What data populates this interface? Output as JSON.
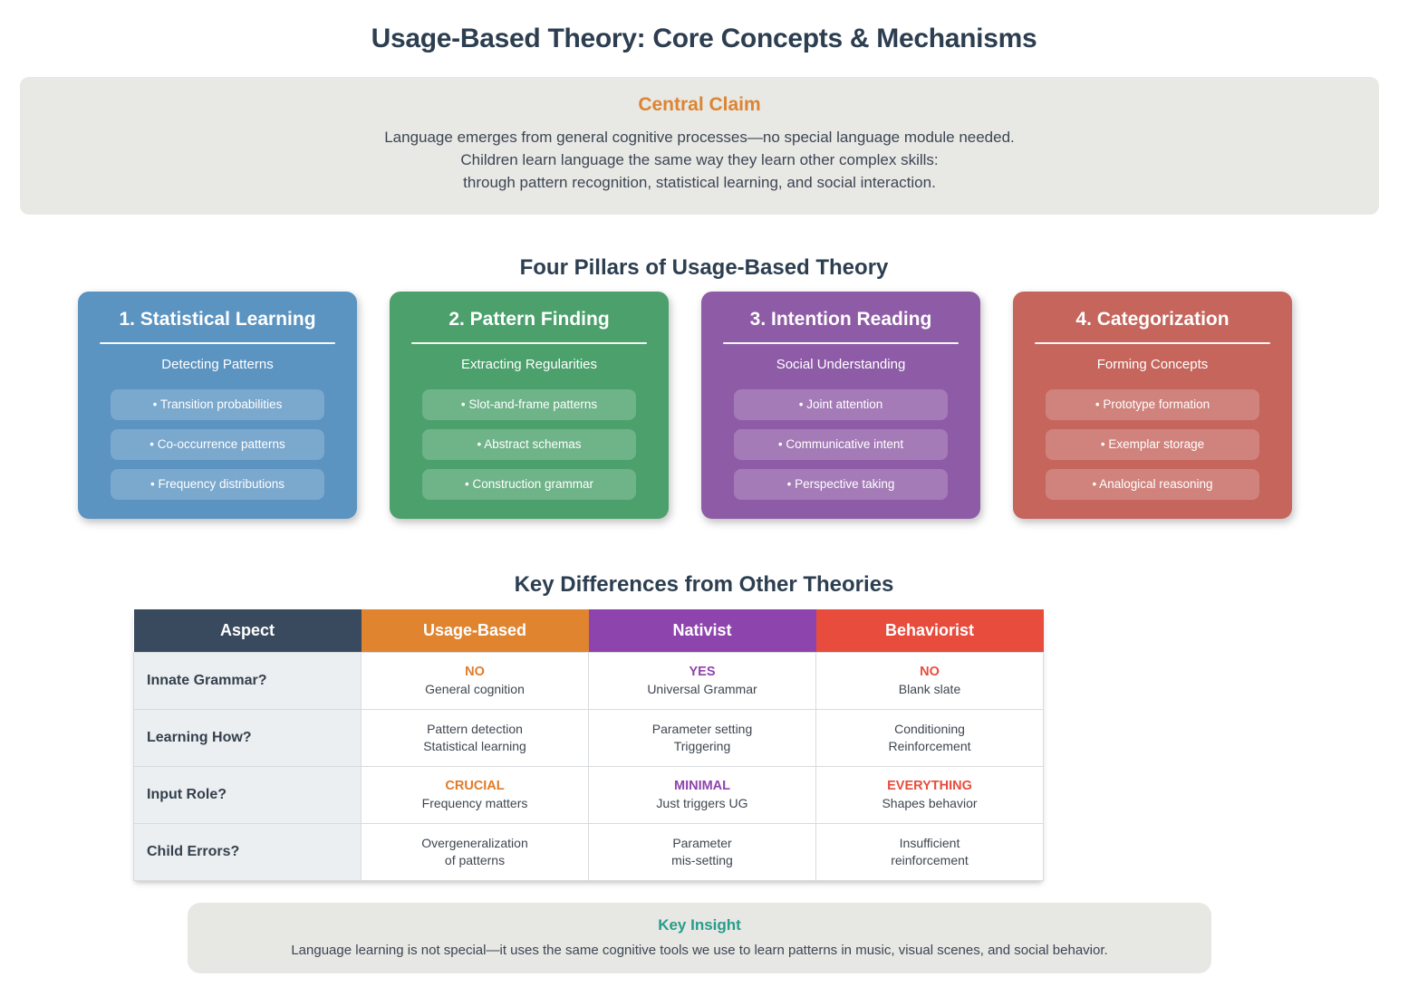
{
  "title": "Usage-Based Theory: Core Concepts & Mechanisms",
  "central_claim": {
    "heading": "Central Claim",
    "lines": [
      "Language emerges from general cognitive processes—no special language module needed.",
      "Children learn language the same way they learn other complex skills:",
      "through pattern recognition, statistical learning, and social interaction."
    ]
  },
  "pillars": {
    "heading": "Four Pillars of Usage-Based Theory",
    "cards": [
      {
        "title": "1. Statistical Learning",
        "subtitle": "Detecting Patterns",
        "color": "#5b93c1",
        "items": [
          "• Transition probabilities",
          "• Co-occurrence patterns",
          "• Frequency distributions"
        ]
      },
      {
        "title": "2. Pattern Finding",
        "subtitle": "Extracting Regularities",
        "color": "#4ba06c",
        "items": [
          "• Slot-and-frame patterns",
          "• Abstract schemas",
          "• Construction grammar"
        ]
      },
      {
        "title": "3. Intention Reading",
        "subtitle": "Social Understanding",
        "color": "#8e5ba6",
        "items": [
          "• Joint attention",
          "• Communicative intent",
          "• Perspective taking"
        ]
      },
      {
        "title": "4. Categorization",
        "subtitle": "Forming Concepts",
        "color": "#c5655c",
        "items": [
          "• Prototype formation",
          "• Exemplar storage",
          "• Analogical reasoning"
        ]
      }
    ]
  },
  "differences": {
    "heading": "Key Differences from Other Theories",
    "table": {
      "columns": [
        {
          "label": "Aspect",
          "color": "#3a4a5e"
        },
        {
          "label": "Usage-Based",
          "color": "#e08430"
        },
        {
          "label": "Nativist",
          "color": "#8e44ad"
        },
        {
          "label": "Behaviorist",
          "color": "#e74c3c"
        }
      ],
      "rows": [
        {
          "aspect": "Innate Grammar?",
          "cells": [
            {
              "line1": "NO",
              "line1_color": "#e07b28",
              "line2": "General cognition"
            },
            {
              "line1": "YES",
              "line1_color": "#8e44ad",
              "line2": "Universal Grammar"
            },
            {
              "line1": "NO",
              "line1_color": "#e74c3c",
              "line2": "Blank slate"
            }
          ]
        },
        {
          "aspect": "Learning How?",
          "cells": [
            {
              "line1": "Pattern detection",
              "line2": "Statistical learning"
            },
            {
              "line1": "Parameter setting",
              "line2": "Triggering"
            },
            {
              "line1": "Conditioning",
              "line2": "Reinforcement"
            }
          ]
        },
        {
          "aspect": "Input Role?",
          "cells": [
            {
              "line1": "CRUCIAL",
              "line1_color": "#e07b28",
              "line2": "Frequency matters"
            },
            {
              "line1": "MINIMAL",
              "line1_color": "#8e44ad",
              "line2": "Just triggers UG"
            },
            {
              "line1": "EVERYTHING",
              "line1_color": "#e74c3c",
              "line2": "Shapes behavior"
            }
          ]
        },
        {
          "aspect": "Child Errors?",
          "cells": [
            {
              "line1": "Overgeneralization",
              "line2": "of patterns"
            },
            {
              "line1": "Parameter",
              "line2": "mis-setting"
            },
            {
              "line1": "Insufficient",
              "line2": "reinforcement"
            }
          ]
        }
      ]
    }
  },
  "key_insight": {
    "heading": "Key Insight",
    "heading_color": "#279d8a",
    "text": "Language learning is not special—it uses the same cognitive tools we use to learn patterns in music, visual scenes, and social behavior."
  },
  "colors": {
    "title_navy": "#2c3e50",
    "panel_gray": "#e8e8e5",
    "claim_heading_orange": "#dd8431",
    "card_blue": "#5b93c1",
    "card_green": "#4ba06c",
    "card_purple": "#8e5ba6",
    "card_red": "#c5655c",
    "header_navy": "#3a4a5e",
    "header_orange": "#e08430",
    "header_purple": "#8e44ad",
    "header_red": "#e74c3c",
    "insight_teal": "#279d8a"
  }
}
